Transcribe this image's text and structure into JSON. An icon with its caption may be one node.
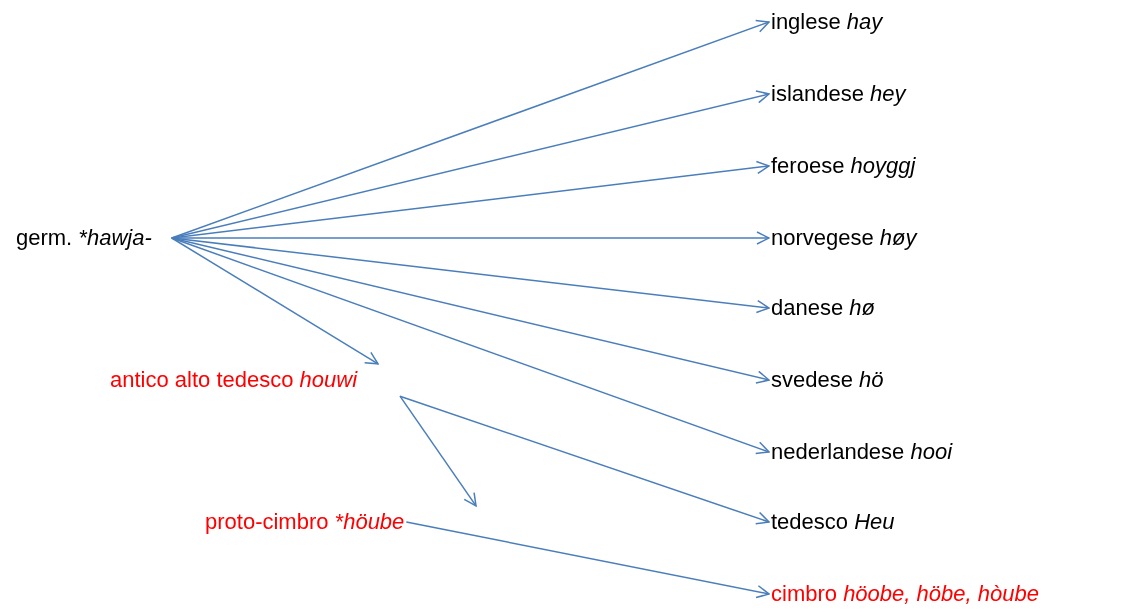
{
  "diagram": {
    "nodes": [
      {
        "text": [
          "germ. *hawja-"
        ]
      },
      {
        "text": [
          "inglese *hay*"
        ]
      },
      {
        "text": [
          "islandese *hey*"
        ]
      },
      {
        "text": [
          "feroese *hoyggj*"
        ]
      },
      {
        "text": [
          "norvegese *høy*"
        ]
      },
      {
        "text": [
          "danese *hø*"
        ]
      },
      {
        "text": [
          "svedese *hö*"
        ]
      },
      {
        "text": [
          "nederlandese *hooi*"
        ]
      },
      {
        "text": [
          "tedesco *Heu*"
        ]
      },
      {
        "text": [
          "cimbro *höobe, höbe, hòube*"
        ]
      },
      {
        "text": [
          "antico alto tedesco *houwi*"
        ]
      },
      {
        "text": [
          "proto-cimbro *höube"
        ]
      }
    ],
    "edges": [
      {
        "from": 0,
        "to": 1,
        "arrow": "to"
      },
      {
        "from": 0,
        "to": 2,
        "arrow": "to"
      },
      {
        "from": 0,
        "to": 3,
        "arrow": "to"
      },
      {
        "from": 0,
        "to": 4,
        "arrow": "to"
      },
      {
        "from": 0,
        "to": 5,
        "arrow": "to"
      },
      {
        "from": 0,
        "to": 6,
        "arrow": "to"
      },
      {
        "from": 0,
        "to": 7,
        "arrow": "to"
      },
      {
        "from": 0,
        "to": 10,
        "arrow": "to"
      },
      {
        "from": 10,
        "to": 8,
        "arrow": "to"
      },
      {
        "from": 10,
        "to": 11,
        "arrow": "to"
      },
      {
        "from": 11,
        "to": 9,
        "arrow": "to"
      }
    ]
  }
}
